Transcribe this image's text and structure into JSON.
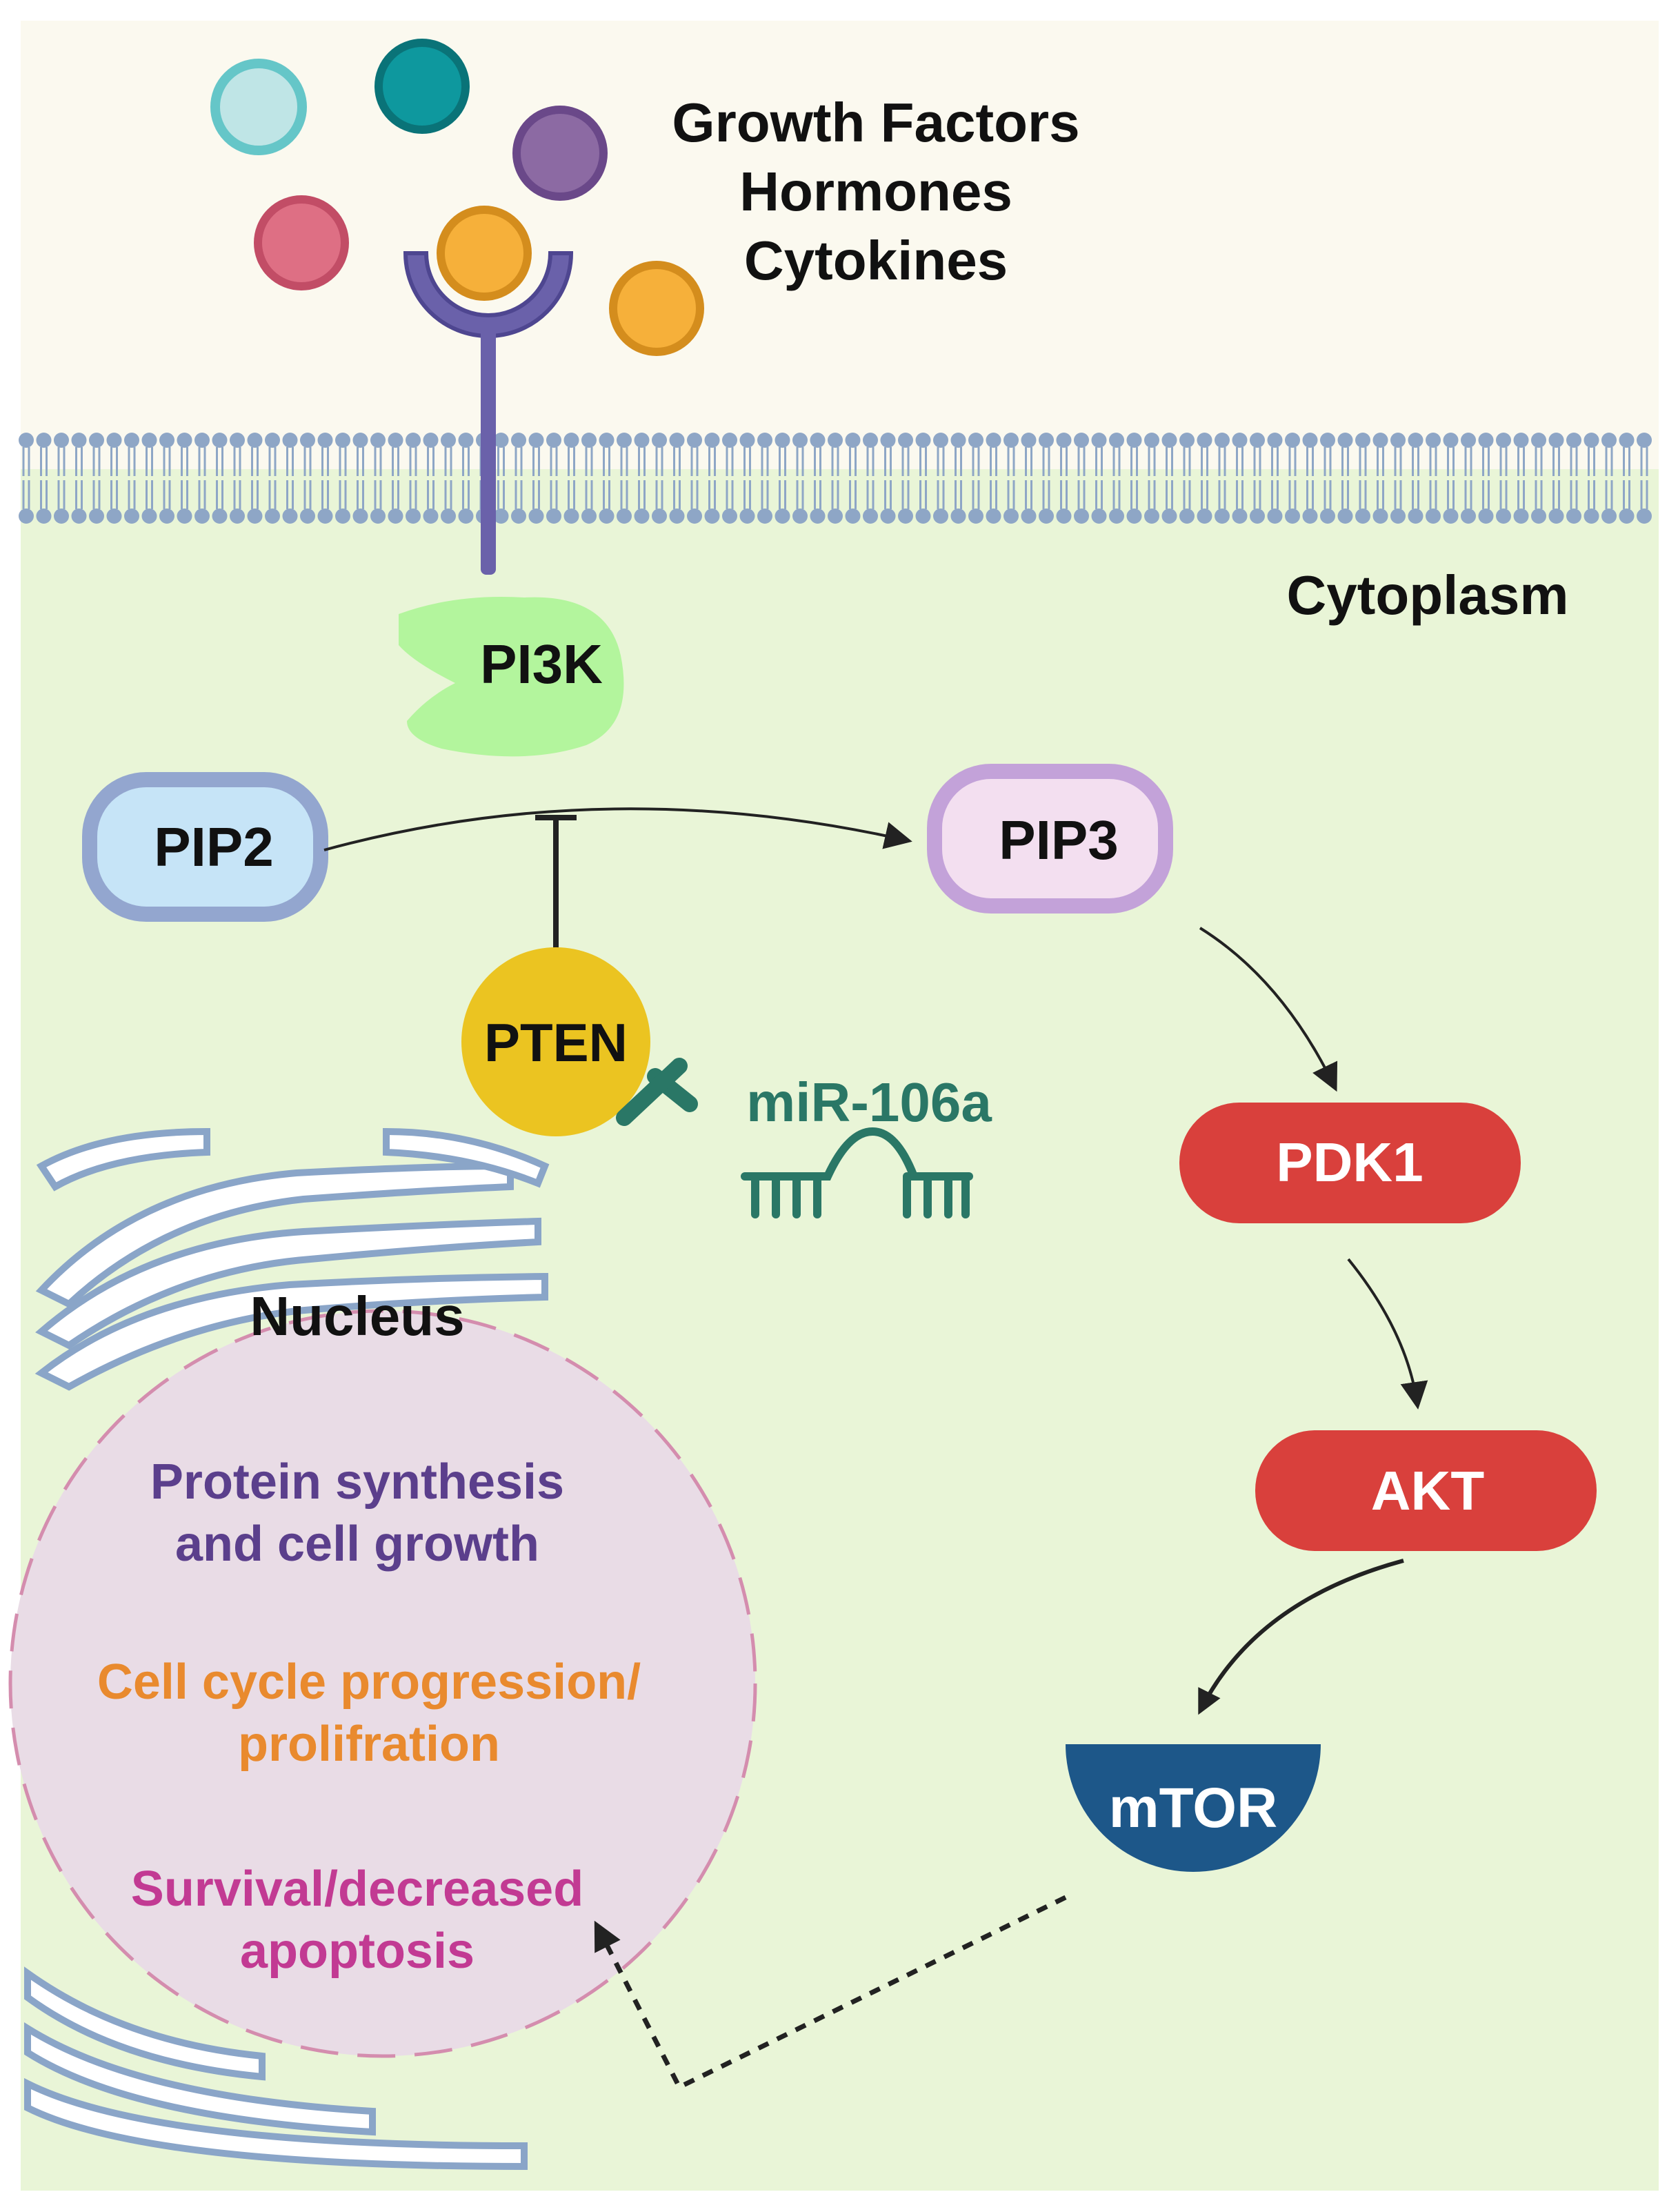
{
  "extracellular": {
    "label_line1": "Growth Factors",
    "label_line2": "Hormones",
    "label_line3": "Cytokines"
  },
  "cytoplasm": {
    "label": "Cytoplasm"
  },
  "nodes": {
    "pi3k": "PI3K",
    "pip2": "PIP2",
    "pip3": "PIP3",
    "pten": "PTEN",
    "pdk1": "PDK1",
    "akt": "AKT",
    "mtor": "mTOR",
    "mirna": "miR-106a"
  },
  "nucleus": {
    "label": "Nucleus",
    "outcome1_line1": "Protein synthesis",
    "outcome1_line2": "and cell growth",
    "outcome2_line1": "Cell cycle progression/",
    "outcome2_line2": "prolifration",
    "outcome3_line1": "Survival/decreased",
    "outcome3_line2": "apoptosis"
  },
  "colors": {
    "extracellular_bg": "#fbf9ef",
    "cytoplasm_bg": "#e9f5d7",
    "membrane": "#8ea6c6",
    "receptor": "#6a61aa",
    "pi3k": "#b3f59d",
    "pip2_fill": "#c6e4f7",
    "pip2_border": "#93a6cf",
    "pip3_fill": "#f3dff0",
    "pip3_border": "#c3a2d9",
    "pten": "#ebc421",
    "mirna": "#2a7766",
    "pdk1": "#d9403c",
    "akt": "#d9403c",
    "mtor": "#1d5789",
    "nucleus_fill": "#e9dce6",
    "nucleus_border": "#d48dae",
    "outcome1": "#5b3f8c",
    "outcome2": "#e98a2e",
    "outcome3": "#c23a93",
    "er": "#8aa5c8"
  },
  "icons": [
    "ligand-circles",
    "receptor-icon",
    "membrane-bilayer",
    "inhibition-bar",
    "mirna-hairpin-icon",
    "endoplasmic-reticulum"
  ]
}
